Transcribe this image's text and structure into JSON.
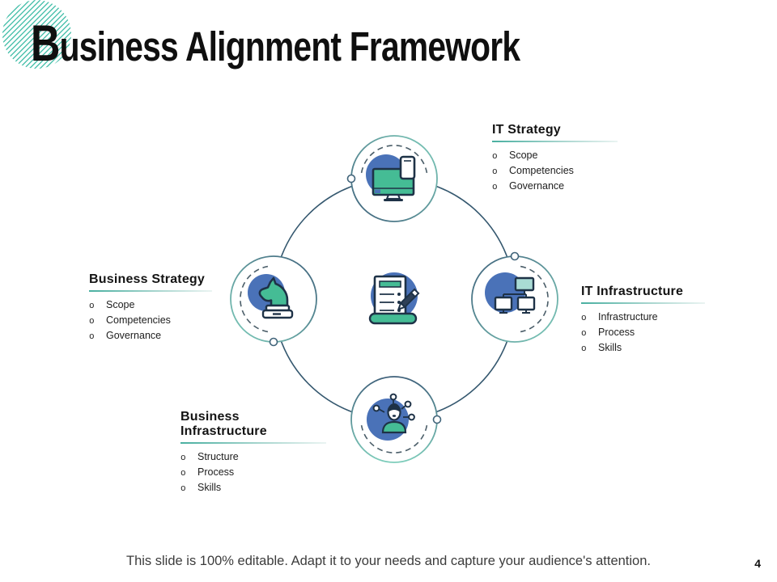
{
  "slide": {
    "title": {
      "first_letter": "B",
      "rest": "usiness Alignment Framework"
    },
    "footer_note": "This slide is 100% editable. Adapt it to your needs and capture your audience's attention.",
    "page_number": "4"
  },
  "bullets": {
    "marker": "o"
  },
  "sections": {
    "it_strategy": {
      "heading": "IT Strategy",
      "items": [
        "Scope",
        "Competencies",
        "Governance"
      ]
    },
    "it_infrastructure": {
      "heading": "IT Infrastructure",
      "items": [
        "Infrastructure",
        "Process",
        "Skills"
      ]
    },
    "business_infrastructure": {
      "heading": "Business Infrastructure",
      "items": [
        "Structure",
        "Process",
        "Skills"
      ]
    },
    "business_strategy": {
      "heading": "Business Strategy",
      "items": [
        "Scope",
        "Competencies",
        "Governance"
      ]
    }
  },
  "diagram": {
    "type": "cycle",
    "nodes": [
      "IT Strategy",
      "IT Infrastructure",
      "Business Infrastructure",
      "Business Strategy"
    ],
    "center_icon": "document-pencil-icon"
  },
  "icons": {
    "title_decoration": "striped-circle",
    "top": "monitor-phone-icon",
    "right": "network-monitors-icon",
    "bottom": "person-skills-icon",
    "left": "chess-knight-icon",
    "center": "document-pencil-icon"
  },
  "colors": {
    "accent_green": "#45BC95",
    "accent_blue": "#4A72B8",
    "ring_slate": "#35586F",
    "ring_teal": "#7ECDBB",
    "stripe_teal": "#4FC2AE",
    "outline_dark": "#1E3247"
  }
}
